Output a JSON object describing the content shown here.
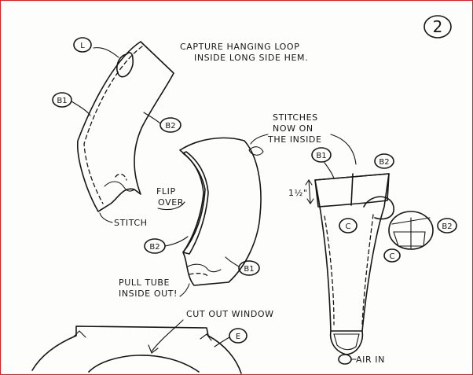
{
  "page_number": "2",
  "notes": {
    "capture_line1": "CAPTURE HANGING LOOP",
    "capture_line2": "INSIDE LONG SIDE HEM.",
    "stitches_line1": "STITCHES",
    "stitches_line2": "NOW ON",
    "stitches_line3": "THE INSIDE",
    "flip_line1": "FLIP",
    "flip_line2": "OVER",
    "stitch": "STITCH",
    "pull_line1": "PULL TUBE",
    "pull_line2": "INSIDE OUT!",
    "cut_out_window": "CUT OUT WINDOW",
    "air_in": "AIR IN",
    "measurement": "1½\""
  },
  "labels": {
    "loop": "L",
    "b1_first": "B1",
    "b2_first": "B2",
    "b2_second": "B2",
    "b1_second": "B1",
    "b1_third": "B1",
    "b2_third": "B2",
    "c_body": "C",
    "b2_detail": "B2",
    "c_detail": "C",
    "e_piece": "E"
  }
}
